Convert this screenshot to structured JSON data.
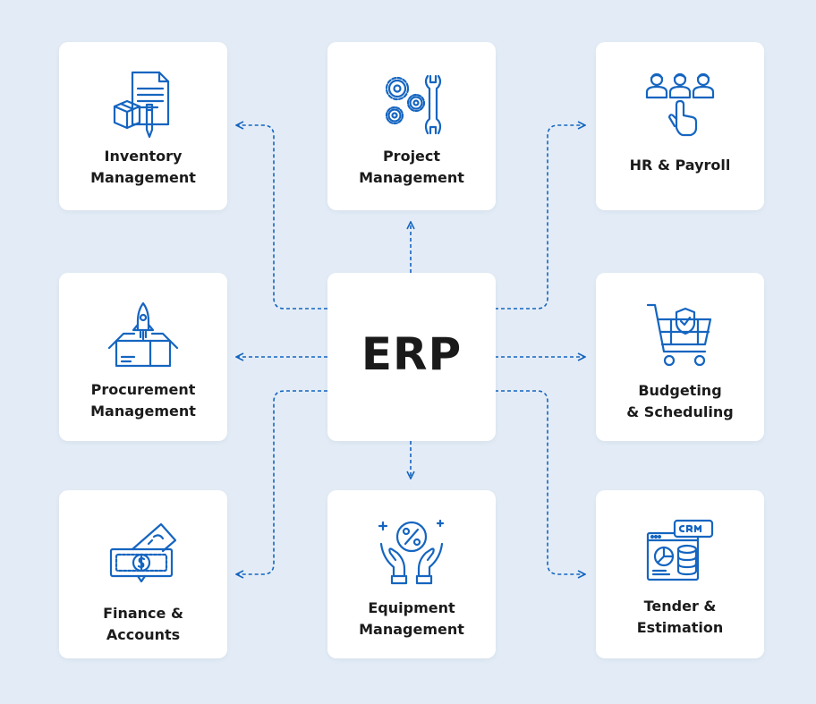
{
  "center": {
    "label": "ERP"
  },
  "modules": {
    "inventory": {
      "label": "Inventory\nManagement",
      "icon": "inventory-icon"
    },
    "project": {
      "label": "Project\nManagement",
      "icon": "gears-wrench-icon"
    },
    "hr": {
      "label": "HR & Payroll",
      "icon": "team-select-icon"
    },
    "procurement": {
      "label": "Procurement\nManagement",
      "icon": "rocket-box-icon"
    },
    "budgeting": {
      "label": "Budgeting\n& Scheduling",
      "icon": "shopping-cart-shield-icon"
    },
    "finance": {
      "label": "Finance & Accounts",
      "icon": "money-bills-icon"
    },
    "equipment": {
      "label": "Equipment\nManagement",
      "icon": "percent-hands-icon"
    },
    "tender": {
      "label": "Tender &\nEstimation",
      "icon": "crm-dashboard-icon"
    }
  },
  "colors": {
    "accent": "#1565c0",
    "background": "#e3ecf6",
    "card": "#ffffff",
    "text": "#1b1b1b"
  }
}
